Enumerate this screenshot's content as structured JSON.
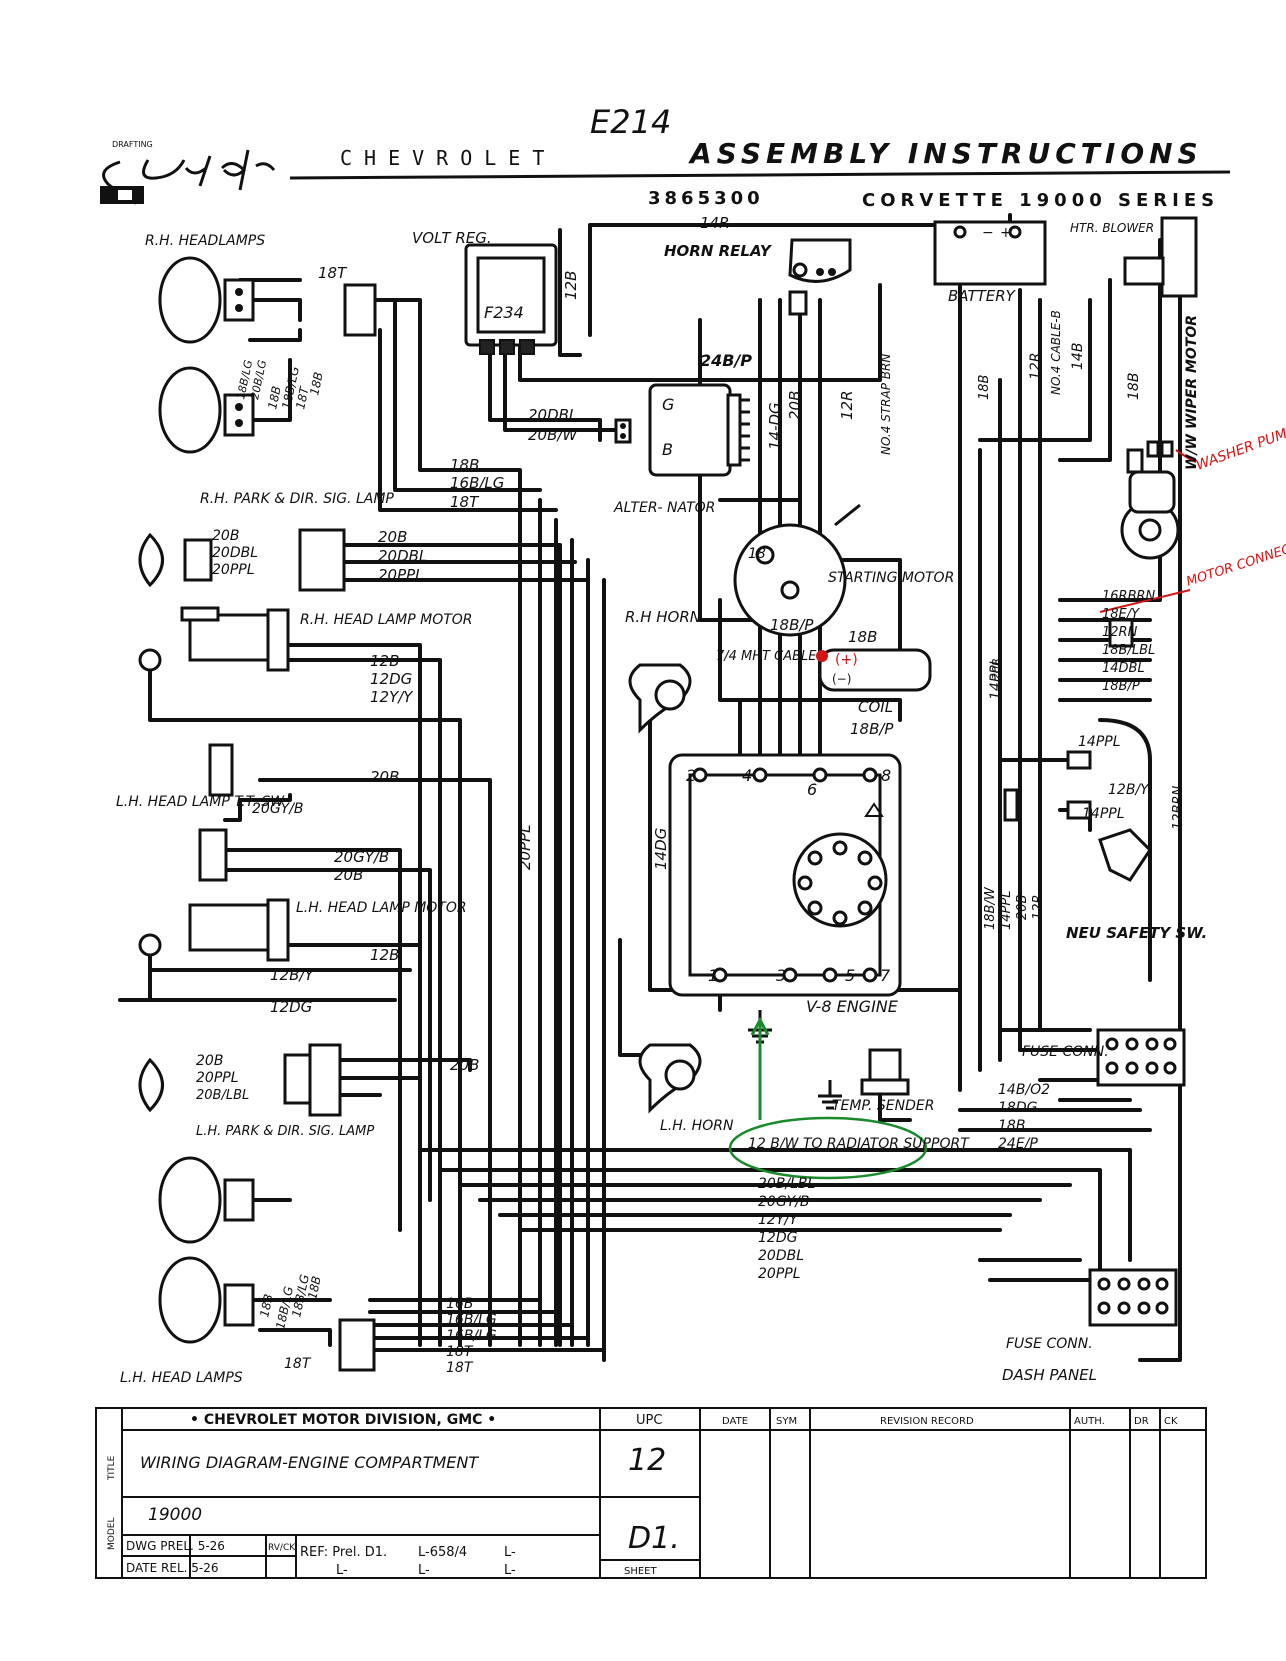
{
  "doc": {
    "handwritten_code": "E214",
    "brand": "CHEVROLET",
    "title": "ASSEMBLY INSTRUCTIONS",
    "part_no": "3865300",
    "series": "CORVETTE 19000 SERIES"
  },
  "labels": {
    "rh_headlamps": "R.H. HEADLAMPS",
    "volt_reg": "VOLT REG.",
    "volt_reg_code": "F234",
    "horn_relay": "HORN RELAY",
    "battery": "BATTERY",
    "htr_blower": "HTR. BLOWER",
    "ww_wiper_motor": "W/W WIPER MOTOR",
    "washer_pump": "WASHER PUMP",
    "motor_connector": "MOTOR CONNECTOR",
    "rh_park_lamp": "R.H. PARK & DIR. SIG. LAMP",
    "alternator": "ALTER- NATOR",
    "alt_g": "G",
    "alt_b": "B",
    "starting_motor": "STARTING MOTOR",
    "rh_head_lamp_motor": "R.H. HEAD LAMP MOTOR",
    "rh_horn": "R.H HORN",
    "strap_cable": "7/4 MHT CABLE",
    "coil": "COIL",
    "lh_head_lamp_tt_sw": "L.H. HEAD LAMP T.T. SW",
    "lh_head_lamp_motor": "L.H. HEAD LAMP MOTOR",
    "neu_safety_sw": "NEU SAFETY SW.",
    "v8_engine": "V-8 ENGINE",
    "fuse_conn_1": "FUSE CONN.",
    "fuse_conn_2": "FUSE CONN.",
    "temp_sender": "TEMP. SENDER",
    "lh_horn": "L.H. HORN",
    "ground_note": "12 B/W TO RADIATOR SUPPORT",
    "lh_park_lamp": "L.H. PARK & DIR. SIG. LAMP",
    "lh_head_lamps": "L.H. HEAD LAMPS",
    "dash_panel": "DASH PANEL",
    "no4_strap": "NO.4 STRAP BRN",
    "no4_cable": "NO.4 CABLE-B",
    "engine_terms_top": [
      "2",
      "4",
      "6",
      "8"
    ],
    "engine_terms_bottom": [
      "1",
      "3",
      "5",
      "7"
    ]
  },
  "wires": {
    "w_14r": "14R",
    "w_24bp": "24B/P",
    "w_12b_vert": "12B",
    "w_18t_top": "18T",
    "w_18b_a": "18B",
    "w_18blg_a": "18B/LG",
    "w_18t_a": "18T",
    "w_20dbl": "20DBL",
    "w_20bw": "20B/W",
    "w_14dg": "14-DG",
    "w_20b_v": "20B",
    "w_12r": "12R",
    "w_18b_r": "18B",
    "w_14b": "14B",
    "w_12r_b": "12R",
    "w_18bw_vert": "18B/W",
    "w_18b_blower": "18B",
    "w_18bl": "18B",
    "w_16blg": "16B/LG",
    "w_18t": "18T",
    "w_20b_1": "20B",
    "w_20dbl_1": "20DBL",
    "w_20ppl_1": "20PPL",
    "w_20b_2": "20B",
    "w_20dbl_2": "20DBL",
    "w_20ppl_2": "20PPL",
    "w_18s": "18",
    "w_188p": "18B/P",
    "w_18b_coil": "18B",
    "w_18bp_coil": "18B/P",
    "w_14ppl_v": "14PPL",
    "w_12b_m": "12B",
    "w_12dg_m": "12DG",
    "w_12yy": "12Y/Y",
    "w_20b_lh": "20B",
    "w_20gyb": "20GY/B",
    "w_20gyb2": "20GY/B",
    "w_20b_lh2": "20B",
    "w_20ppl_v": "20PPL",
    "w_14dg_v": "14DG",
    "w_12b_lh": "12B",
    "w_12by": "12B/Y",
    "w_12dg_lh": "12DG",
    "w_20b_park": "20B",
    "w_20ppl_park": "20PPL",
    "w_20blbl": "20B/LBL",
    "w_20b_park2": "20B",
    "w_16rbrn": "16RBRN",
    "w_18ey": "18E/Y",
    "w_12rn": "12RN",
    "w_18blbl": "18B/LBL",
    "w_14dbl": "14DBL",
    "w_18bp_r": "18B/P",
    "w_14ppl_r": "14PPL",
    "w_12by_r": "12B/Y",
    "w_14ppl_r2": "14PPL",
    "w_12brn": "12BRN",
    "w_188w": "18B/W",
    "w_14ppl_b": "14PPL",
    "w_20b_b": "20B",
    "w_12r_c": "12R",
    "w_14bo2": "14B/O2",
    "w_18dg": "18DG",
    "w_18b_f": "18B",
    "w_24ep": "24E/P",
    "w_20blbl_b": "20B/LBL",
    "w_20gyb_b": "20GY/B",
    "w_12yy_b": "12Y/Y",
    "w_12dg_b": "12DG",
    "w_20dbl_b": "20DBL",
    "w_20ppl_b": "20PPL",
    "w_18blbl_lh": "18B",
    "w_18blg_lh": "18B/LG",
    "w_18blg_lh2": "18B/LG",
    "w_18b_lh3": "18B",
    "w_18t_lh": "18T",
    "w_16b": "16B",
    "w_16blg_b": "16B/LG",
    "w_16blg_b2": "16B/LG",
    "w_18t_b": "18T",
    "w_18t_b2": "18T",
    "w_20b_sm": "20B",
    "w_20b_sm2": "20B/LG",
    "w_18blg_sm": "18B/LG",
    "w_18b_sm": "18B"
  },
  "title_block": {
    "division": "• CHEVROLET MOTOR DIVISION, GMC •",
    "upc_header": "UPC",
    "date_header": "DATE",
    "sym_header": "SYM",
    "revision_header": "REVISION RECORD",
    "auth_header": "AUTH.",
    "dr_header": "DR",
    "ck_header": "CK",
    "drawing_title": "WIRING DIAGRAM-ENGINE COMPARTMENT",
    "model": "19000",
    "model_label": "MODEL",
    "upc_value": "12",
    "sheet_value": "D1.",
    "dwg_prel": "DWG PREL. 5-26",
    "date_rel": "DATE REL. 5-26",
    "ref": "REF: Prel. D1.",
    "ref_code": "L-658/4",
    "ref_l1": "L-",
    "ref_l2": "L-",
    "ref_l3": "L-",
    "ref_l4": "L-",
    "sheet_label": "SHEET",
    "rv": "RV/CK",
    "title_side": "TITLE"
  },
  "colors": {
    "ink": "#111111",
    "annotation_red": "#d21414",
    "annotation_green": "#1a8a2a",
    "paper": "#ffffff"
  },
  "icons": {
    "logo": "drafting-graphic-logo",
    "ground": "ground-icon",
    "battery": "battery-icon"
  }
}
